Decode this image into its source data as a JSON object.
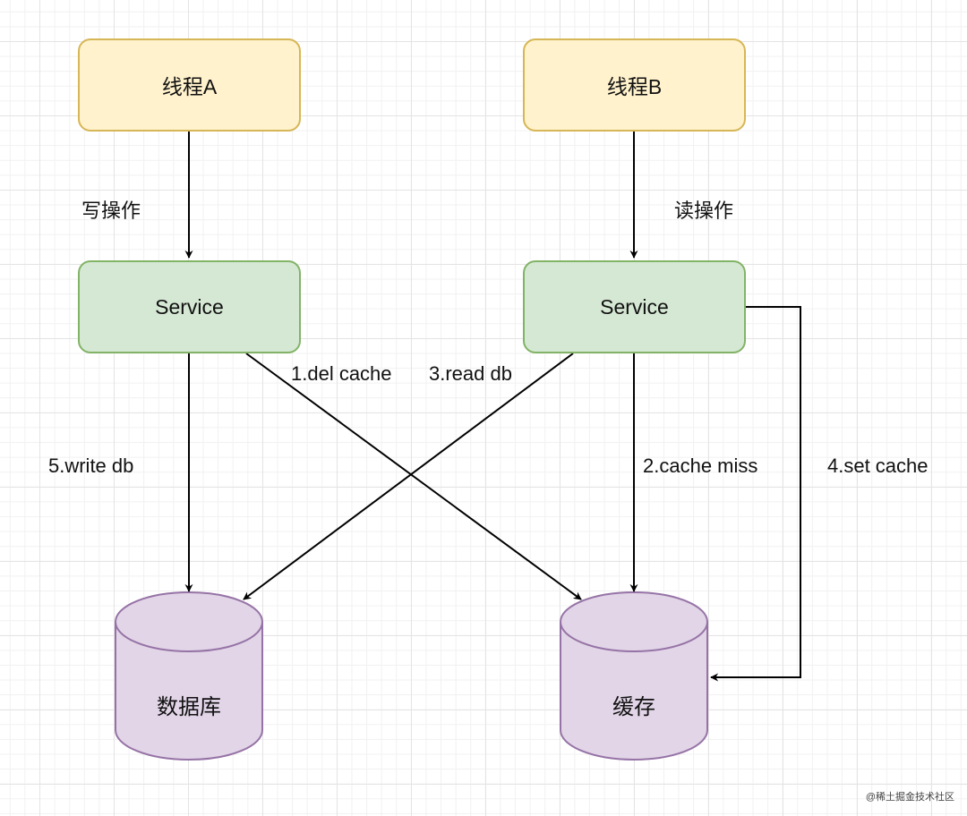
{
  "nodes": {
    "thread_a": "线程A",
    "thread_b": "线程B",
    "service_a": "Service",
    "service_b": "Service",
    "database": "数据库",
    "cache": "缓存"
  },
  "edges": {
    "write_op": "写操作",
    "read_op": "读操作",
    "del_cache": "1.del cache",
    "cache_miss": "2.cache miss",
    "read_db": "3.read db",
    "set_cache": "4.set cache",
    "write_db": "5.write db"
  },
  "watermark": "@稀土掘金技术社区",
  "colors": {
    "thread_fill": "#fff2cc",
    "thread_stroke": "#d6b656",
    "service_fill": "#d5e8d4",
    "service_stroke": "#82b366",
    "storage_fill": "#e1d5e7",
    "storage_stroke": "#9673a6"
  }
}
